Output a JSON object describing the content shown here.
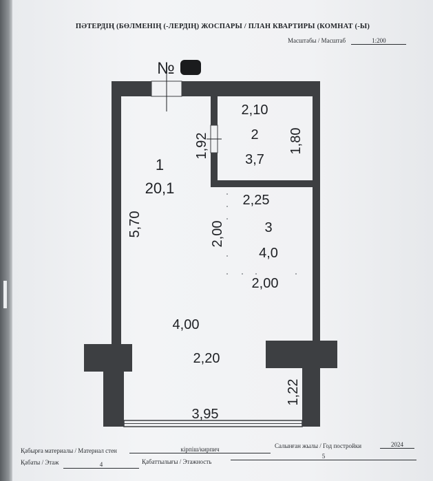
{
  "header": {
    "title": "ПӘТЕРДІҢ (БӨЛМЕНІҢ (-ЛЕРДІҢ) ЖОСПАРЫ / ПЛАН КВАРТИРЫ (КОМНАТ (-Ы)",
    "scale_label": "Масштабы / Масштаб",
    "scale_value": "1:200"
  },
  "plan": {
    "number_label": "№",
    "rooms": [
      {
        "number": "1",
        "area": "20,1"
      },
      {
        "number": "2",
        "area": "3,7"
      },
      {
        "number": "3",
        "area": "4,0"
      }
    ],
    "dimensions": {
      "overall_height": "5,70",
      "room2_width": "2,10",
      "room2_height_left": "1,92",
      "room2_height_right": "1,80",
      "room3_width_top": "2,25",
      "room3_height": "2,00",
      "room3_width_bottom": "2,00",
      "room1_width": "4,00",
      "loggia_length": "2,20",
      "loggia_depth": "1,22",
      "loggia_width": "3,95"
    }
  },
  "footer": {
    "wall_material_label": "Қабырға материалы / Материал стен",
    "wall_material_value": "кірпіш/кирпич",
    "year_built_label": "Салынған жылы / Год постройки",
    "year_built_value": "2024",
    "floor_label": "Қабаты / Этаж",
    "floor_value": "4",
    "floors_total_label": "Қабаттылығы / Этажность",
    "floors_total_value": "5"
  },
  "colors": {
    "wall": "#3d3f42",
    "paper": "#f1f2f4",
    "ink": "#1e2024"
  }
}
